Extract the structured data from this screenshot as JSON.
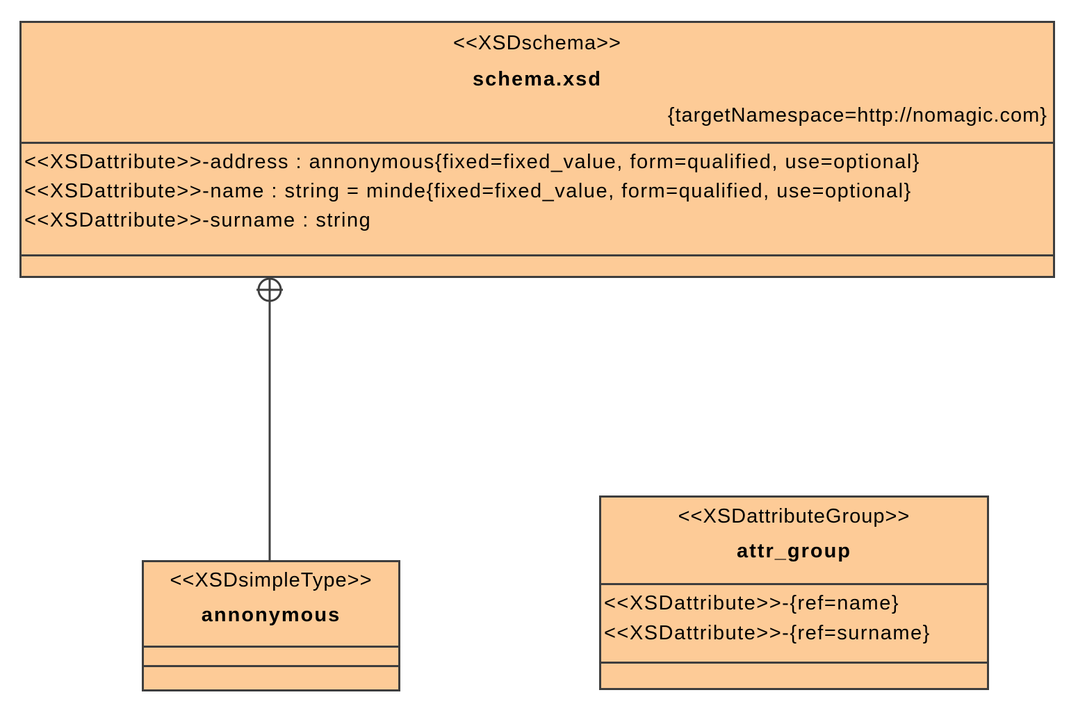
{
  "diagram": {
    "kind": "xsd-schema-class-diagram",
    "colors": {
      "node_fill": "#fdcb97",
      "node_border": "#3e3e3e",
      "text": "#000000",
      "background": "#ffffff"
    },
    "nodes": {
      "schema": {
        "stereotype": "<<XSDschema>>",
        "name": "schema.xsd",
        "constraint": "{targetNamespace=http://nomagic.com}",
        "attributes": [
          "<<XSDattribute>>-address : annonymous{fixed=fixed_value, form=qualified, use=optional}",
          "<<XSDattribute>>-name : string = minde{fixed=fixed_value, form=qualified, use=optional}",
          "<<XSDattribute>>-surname : string"
        ]
      },
      "simple_type": {
        "stereotype": "<<XSDsimpleType>>",
        "name": "annonymous"
      },
      "attribute_group": {
        "stereotype": "<<XSDattributeGroup>>",
        "name": "attr_group",
        "attributes": [
          "<<XSDattribute>>-{ref=name}",
          "<<XSDattribute>>-{ref=surname}"
        ]
      }
    },
    "connectors": [
      {
        "from": "schema",
        "to": "simple_type",
        "type": "containment",
        "symbol": "circle-plus"
      }
    ]
  }
}
